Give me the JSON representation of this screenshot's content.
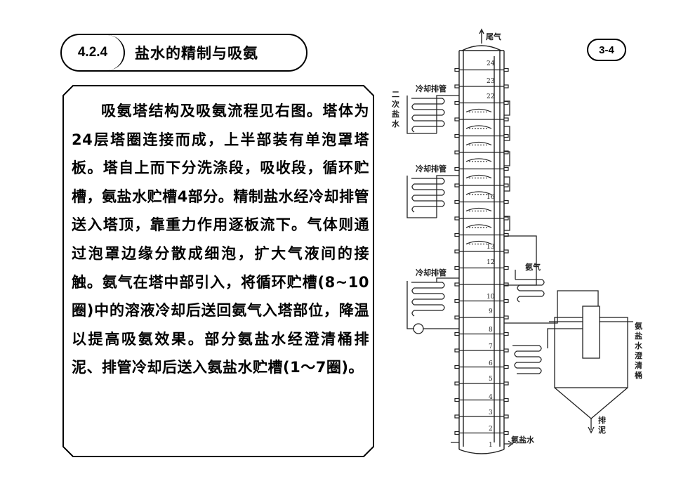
{
  "heading": {
    "number": "4.2.4",
    "title": "盐水的精制与吸氨"
  },
  "slide_badge": "3-4",
  "body_text": "吸氨塔结构及吸氨流程见右图。塔体为24层塔圈连接而成，上半部装有单泡罩塔板。塔自上而下分洗涤段，吸收段，循环贮槽，氨盐水贮槽4部分。精制盐水经冷却排管送入塔顶，靠重力作用逐板流下。气体则通过泡罩边缘分散成细泡，扩大气液间的接触。氨气在塔中部引入，将循环贮槽(8~10圈)中的溶液冷却后送回氨气入塔部位，降温以提高吸氨效果。部分氨盐水经澄清桶排泥、排管冷却后送入氨盐水贮槽(1～7圈)。",
  "diagram": {
    "labels": {
      "tail_gas": "尾气",
      "cooling_pipe_1": "冷却排管",
      "cooling_pipe_2": "冷却排管",
      "cooling_pipe_3": "冷却排管",
      "secondary_brine": [
        "二",
        "次",
        "盐",
        "水"
      ],
      "ammonia_gas": "氨气",
      "settler": [
        "氨",
        "盐",
        "水",
        "澄",
        "清",
        "桶"
      ],
      "mud_discharge": [
        "排",
        "泥"
      ],
      "ammonia_brine": "氨盐水"
    },
    "ring_numbers": [
      "24",
      "23",
      "22",
      "16",
      "13",
      "12",
      "10",
      "9",
      "8",
      "7",
      "6",
      "5",
      "4",
      "3",
      "2",
      "1"
    ]
  }
}
